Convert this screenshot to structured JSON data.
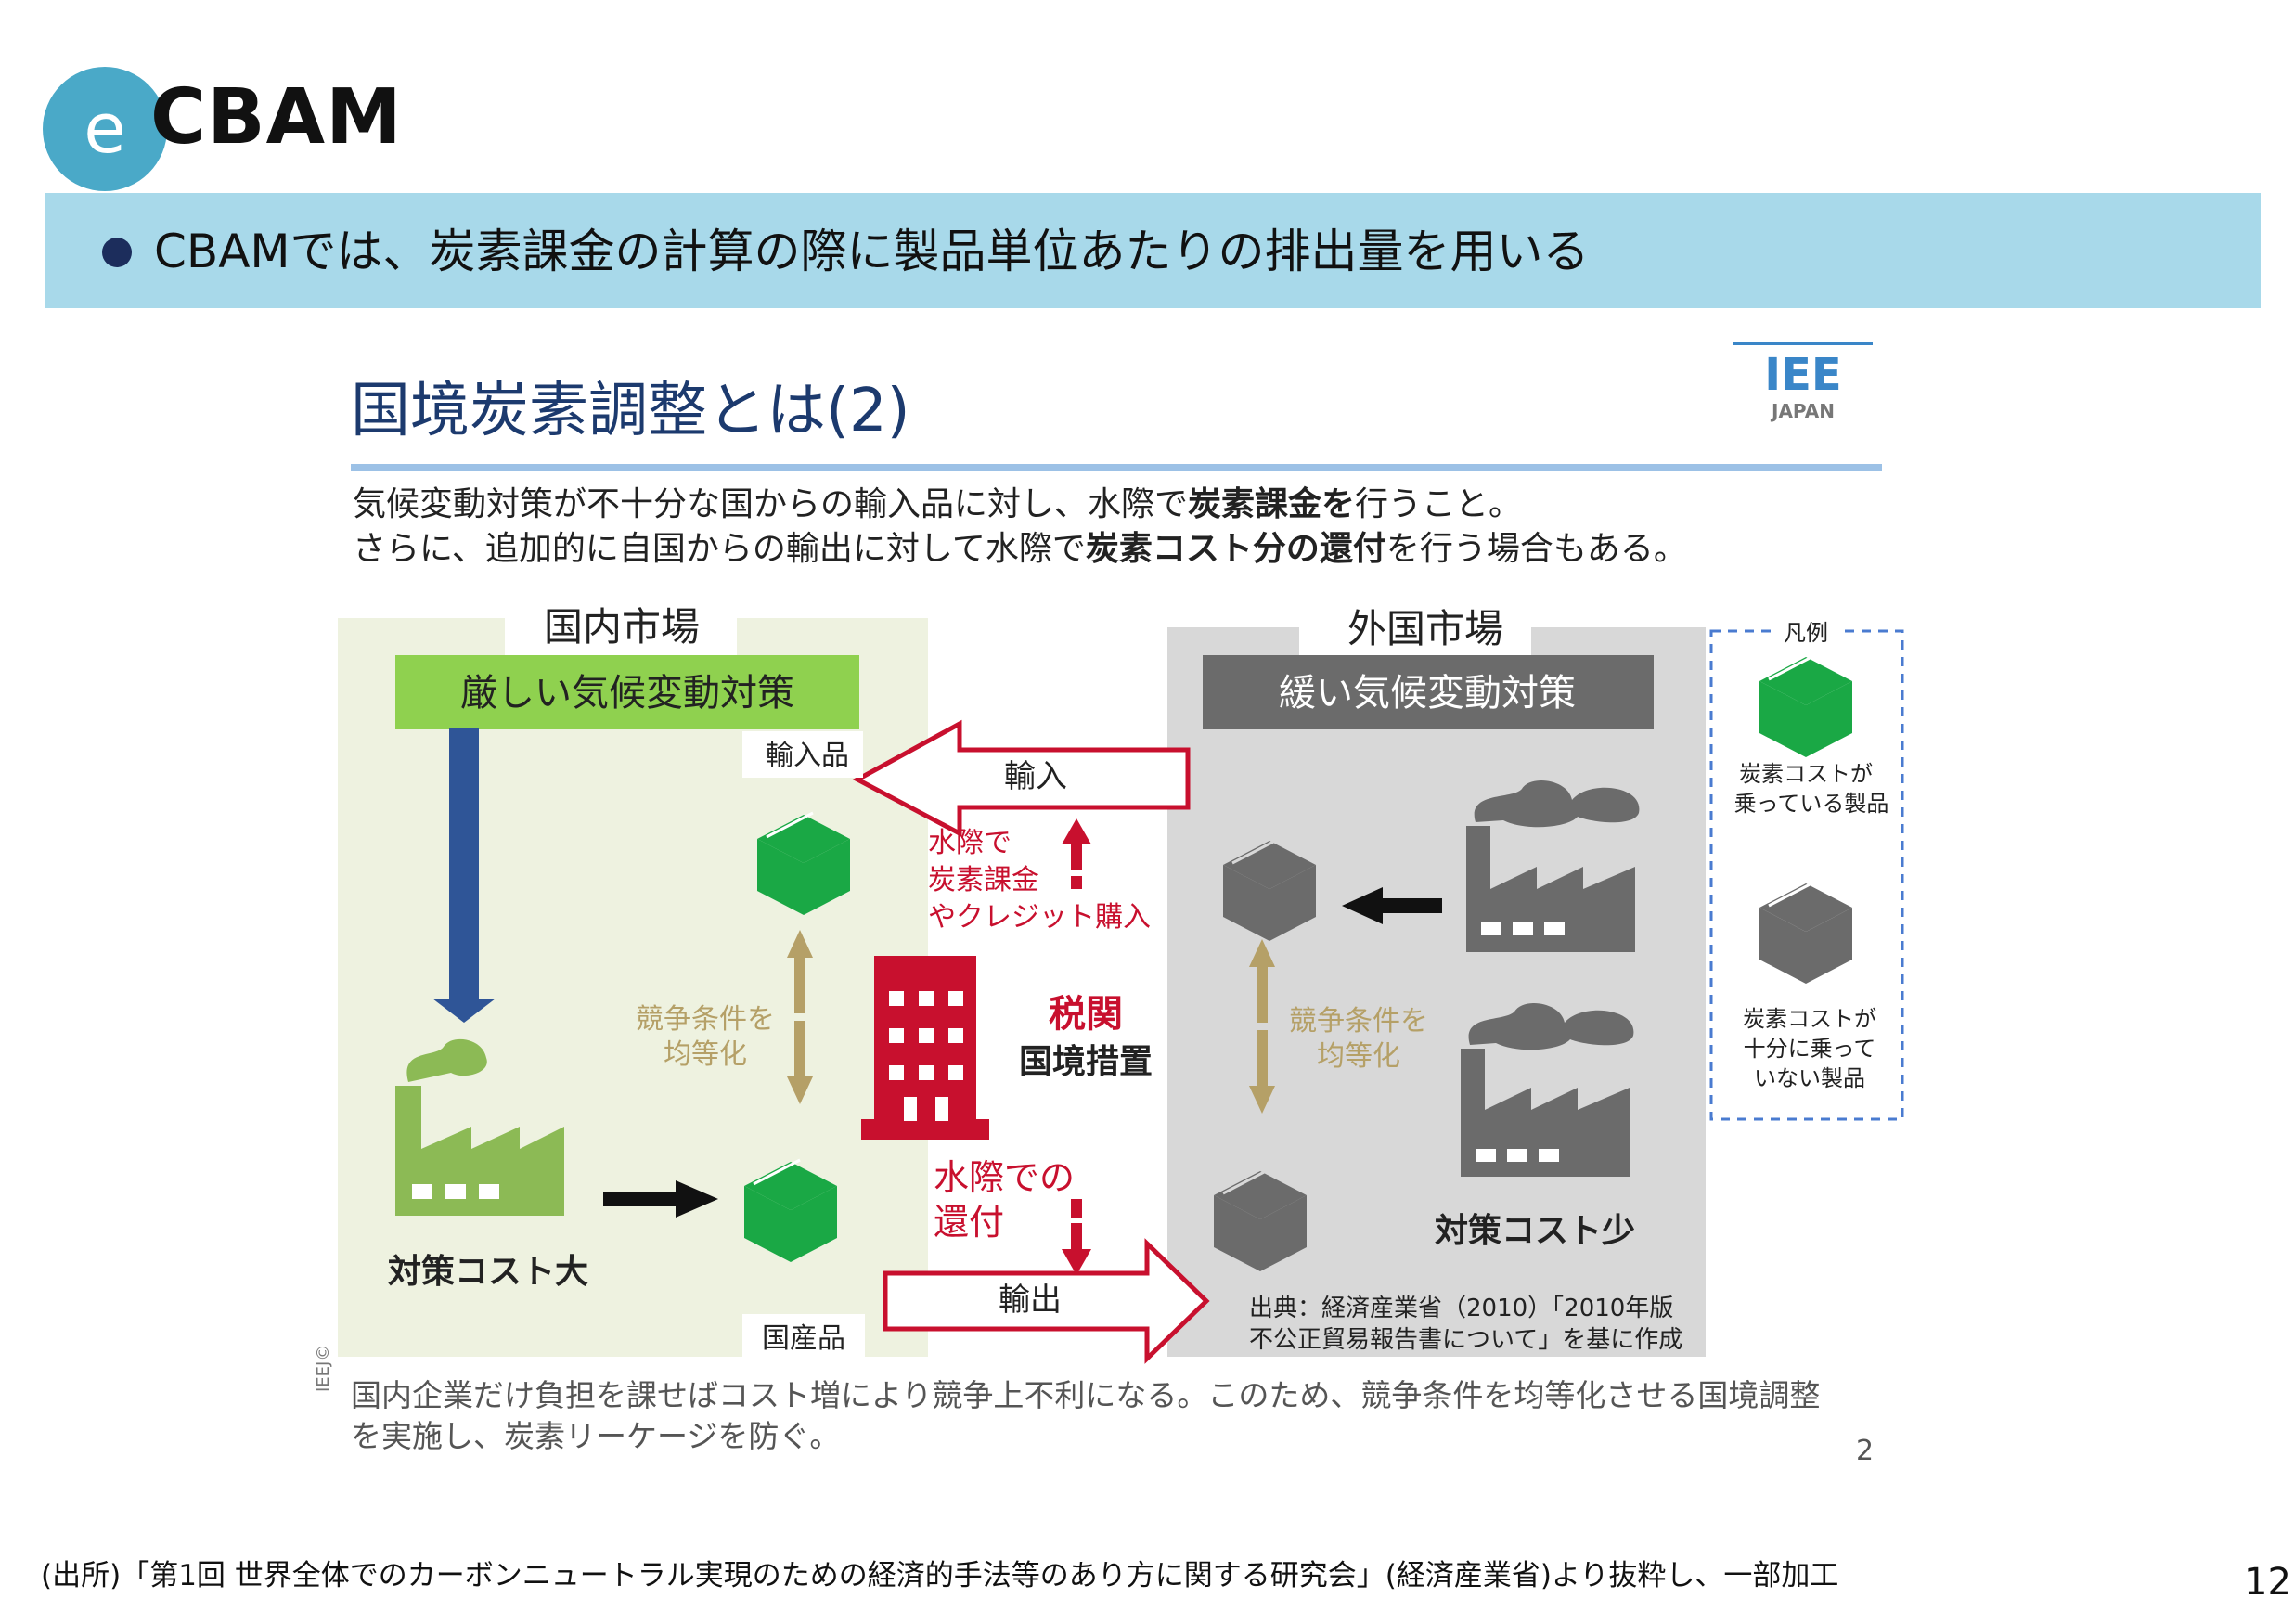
{
  "header": {
    "badge": "e",
    "title": "CBAM"
  },
  "banner": {
    "text": "CBAMでは、炭素課金の計算の際に製品単位あたりの排出量を用いる"
  },
  "slide": {
    "title": "国境炭素調整とは(2)",
    "logo": {
      "top": "IEE",
      "bottom": "JAPAN"
    },
    "intro_line1": {
      "a": "気候変動対策が不十分な国からの輸入品に対し、水際で",
      "b": "炭素課金を",
      "c": "行うこと。"
    },
    "intro_line2": {
      "a": "さらに、追加的に自国からの輸出に対して水際で",
      "b": "炭素コスト分の還付",
      "c": "を行う場合もある。"
    },
    "domestic": {
      "heading": "国内市場",
      "policy": "厳しい気候変動対策",
      "cost": "対策コスト大",
      "import_goods": "輸入品",
      "domestic_goods": "国産品"
    },
    "foreign": {
      "heading": "外国市場",
      "policy": "緩い気候変動対策",
      "cost": "対策コスト少"
    },
    "arrows": {
      "import": "輸入",
      "export": "輸出"
    },
    "equalize_left": {
      "line1": "競争条件を",
      "line2": "均等化"
    },
    "equalize_right": {
      "line1": "競争条件を",
      "line2": "均等化"
    },
    "border_charge": {
      "line1": "水際で",
      "line2": "炭素課金",
      "line3": "やクレジット購入"
    },
    "border_refund": {
      "line1": "水際での",
      "line2": "還付"
    },
    "customs": {
      "line1": "税関",
      "line2": "国境措置"
    },
    "legend": {
      "title": "凡例",
      "item1": {
        "line1": "炭素コストが",
        "line2": "乗っている製品"
      },
      "item2": {
        "line1": "炭素コストが",
        "line2": "十分に乗って",
        "line3": "いない製品"
      }
    },
    "source": {
      "line1": "出典：経済産業省（2010）「2010年版",
      "line2": "不公正貿易報告書について」を基に作成"
    },
    "bottom_note": {
      "line1": "国内企業だけ負担を課せばコスト増により競争上不利になる。このため、競争条件を均等化させる国境調整",
      "line2": "を実施し、炭素リーケージを防ぐ。"
    },
    "copyright": "IEEJ©",
    "slide_number": "2"
  },
  "footer": {
    "source": "(出所)「第1回 世界全体でのカーボンニュートラル実現のための経済的手法等のあり方に関する研究会」(経済産業省)より抜粋し、一部加工",
    "page": "12"
  },
  "colors": {
    "accent_blue": "#4aa9c8",
    "banner": "#a8d9ea",
    "green_box": "#1aa845",
    "gray_box": "#6b6b6b",
    "red": "#c8102e",
    "green_bar": "#8fd14f",
    "navy_arrow": "#2f5597"
  }
}
